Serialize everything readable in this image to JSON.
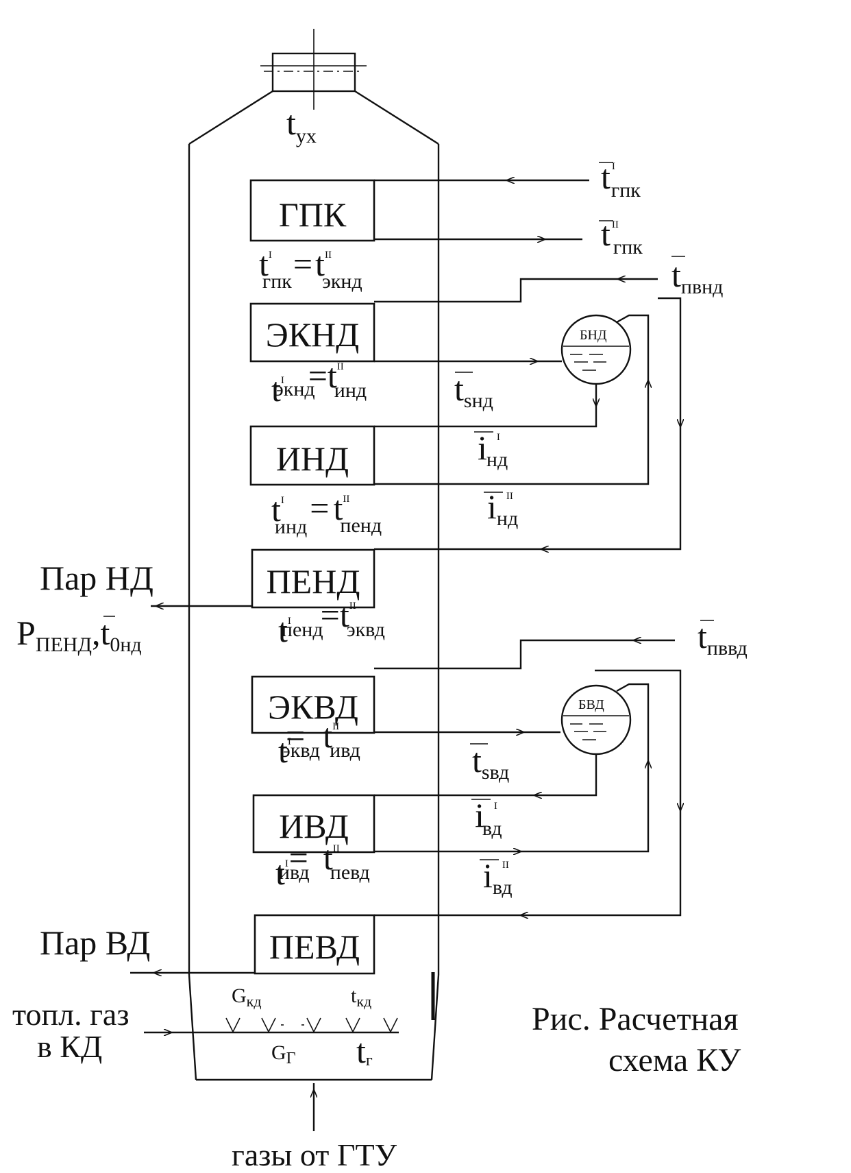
{
  "diagram": {
    "exhaust_label": {
      "main": "t",
      "sub": "ух"
    },
    "blocks": [
      "ГПК",
      "ЭКНД",
      "ИНД",
      "ПЕНД",
      "ЭКВД",
      "ИВД",
      "ПЕВД"
    ],
    "drums": {
      "low": "БНД",
      "high": "БВД"
    },
    "relations": [
      {
        "a": "t",
        "a_sub": "гпк",
        "a_sup": "I",
        "eq": "=",
        "b": "t",
        "b_sub": "экнд",
        "b_sup": "II"
      },
      {
        "a": "t",
        "a_sub": "экнд",
        "a_sup": "I",
        "eq": "=",
        "b": "t",
        "b_sub": "инд",
        "b_sup": "II"
      },
      {
        "a": "t",
        "a_sub": "инд",
        "a_sup": "I",
        "eq": "=",
        "b": "t",
        "b_sub": "пенд",
        "b_sup": "II"
      },
      {
        "a": "t",
        "a_sub": "пенд",
        "a_sup": "I",
        "eq": "=",
        "b": "t",
        "b_sub": "эквд",
        "b_sup": "II"
      },
      {
        "a": "t",
        "a_sub": "эквд",
        "a_sup": "I",
        "eq": "=",
        "b": "t",
        "b_sub": "ивд",
        "b_sup": "II"
      },
      {
        "a": "t",
        "a_sub": "ивд",
        "a_sup": "I",
        "eq": "=",
        "b": "t",
        "b_sub": "певд",
        "b_sup": "II"
      }
    ],
    "flow_labels": {
      "t_gpk_in": {
        "main": "t",
        "sub": "гпк",
        "sup": "I"
      },
      "t_gpk_out": {
        "main": "t",
        "sub": "гпк",
        "sup": "II"
      },
      "t_pvnd": {
        "main": "t",
        "sub": "пвнд"
      },
      "t_snd": {
        "main": "t",
        "sub": "sнд"
      },
      "i_nd_1": {
        "main": "i",
        "sub": "нд",
        "sup": "I"
      },
      "i_nd_2": {
        "main": "i",
        "sub": "нд",
        "sup": "II"
      },
      "t_pvvd": {
        "main": "t",
        "sub": "пввд"
      },
      "t_svd": {
        "main": "t",
        "sub": "sвд"
      },
      "i_vd_1": {
        "main": "i",
        "sub": "вд",
        "sup": "I"
      },
      "i_vd_2": {
        "main": "i",
        "sub": "вд",
        "sup": "II"
      }
    },
    "steam_nd": {
      "title": "Пар НД",
      "p": "P",
      "p_sub": "ПЕНД",
      "comma": ",",
      "t": "t",
      "t_sub": "0нд"
    },
    "steam_vd": {
      "title": "Пар ВД"
    },
    "fuel": {
      "line1": "топл. газ",
      "line2": "в КД"
    },
    "burner": {
      "g_kd": {
        "main": "G",
        "sub": "кд"
      },
      "t_kd": {
        "main": "t",
        "sub": "кд"
      },
      "g_g": {
        "main": "G",
        "sub": "Г"
      },
      "t_g": {
        "main": "t",
        "sub": "г"
      }
    },
    "inlet": "газы от ГТУ",
    "caption": {
      "line1": "Рис.   Расчетная",
      "line2": "схема КУ"
    }
  }
}
